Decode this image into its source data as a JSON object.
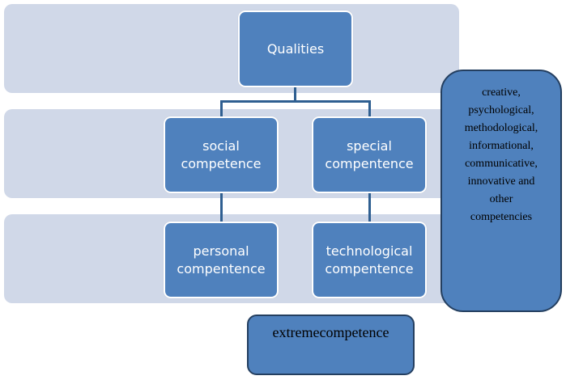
{
  "diagram": {
    "root": {
      "label": "Qualities"
    },
    "level2": [
      {
        "label": "social\ncompetence"
      },
      {
        "label": "special\ncompentence"
      }
    ],
    "level3": [
      {
        "label": "personal\ncompentence"
      },
      {
        "label": "technological\ncompentence"
      }
    ],
    "side_note": {
      "lines": [
        "creative,",
        "psychological,",
        "methodological,",
        "informational,",
        "communicative,",
        "innovative and",
        "other",
        "competencies"
      ]
    },
    "bottom_note": {
      "label": "extremecompetence"
    }
  },
  "colors": {
    "band": "#d0d8e8",
    "node": "#4f81bd",
    "line": "#2f5f91",
    "callout_border": "#243f60"
  }
}
